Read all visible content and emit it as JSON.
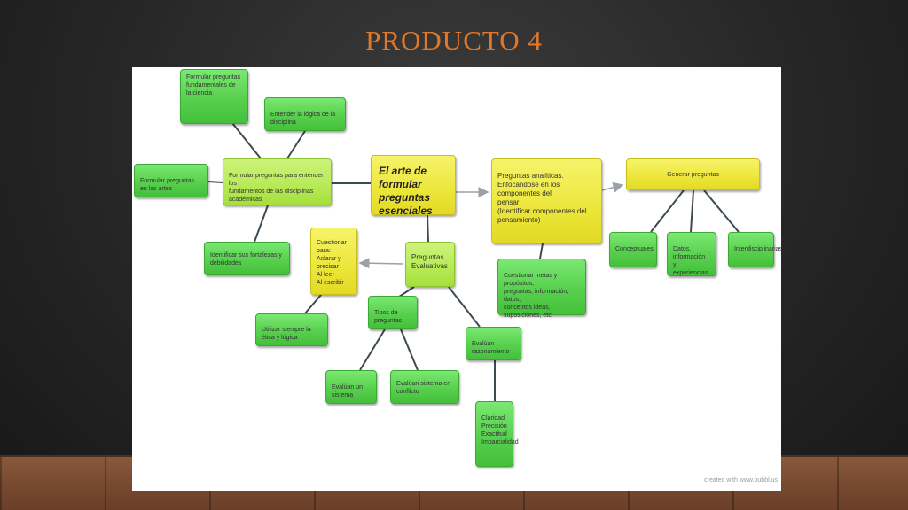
{
  "slide": {
    "title": "PRODUCTO 4"
  },
  "map": {
    "center": "El arte de formular\npreguntas esenciales",
    "ciencia": "Formular preguntas\nfundamentales de la ciencia",
    "logica": "Entender la lógica  de la disciplina",
    "artes": "Formular preguntas en las artes",
    "fundamentos": "Formular preguntas para entender los\nfundamentos de las disciplinas académicas",
    "fortalezas": "Identificar sus fortalezas y\ndebilidades",
    "cuestionar": "Cuestionar para:\nAclarar y precisar\nAl leer\nAl escribir",
    "etica": "Utilizar siempre la ética y lógica",
    "evaluativas": "Preguntas\nEvaluativas",
    "tipos": "Tipos de preguntas",
    "sistema": "Evalúan un sistema",
    "conflicto": "Evalúan sistema en\nconflicto",
    "razonamiento": "Evalúan razonamiento",
    "claridad": "Claridad\nPrecisión\nExactitud\nImparcialidad",
    "analiticas": "Preguntas analíticas.\nEnfocándose en los componentes del\npensar\n(Identificar componentes del\npensamiento)",
    "metas": "Cuestionar metas y propósitos,\npreguntas, información, datos,\nconceptos ideas, suposiciones, etc.",
    "generar": "Generar preguntas",
    "conceptuales": "Conceptuales",
    "datos": "Datos, información\ny experiencias",
    "interdisciplinarias": "Interdisciplinarias"
  },
  "watermark": "created with www.bubbl.us"
}
